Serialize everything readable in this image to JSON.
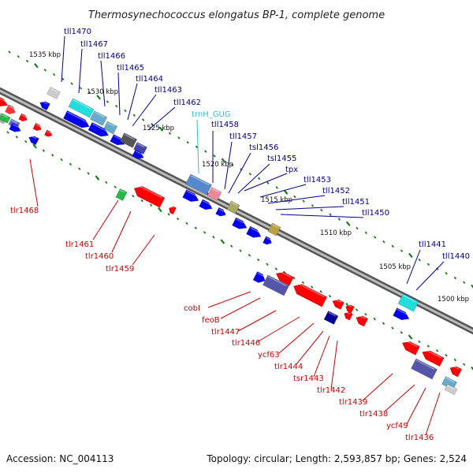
{
  "title": "Thermosynechococcus elongatus BP-1, complete genome",
  "footer": {
    "accession": "Accession: NC_004113",
    "topology": "Topology: circular; Length: 2,593,857 bp; Genes: 2,524"
  },
  "colors": {
    "forward_label": "#00008b",
    "reverse_label": "#cc0000",
    "rna_label": "#33bbcc",
    "tick": "#1a7a1a",
    "backbone": "#777777"
  },
  "kbp_markers": [
    "1535 kbp",
    "1530 kbp",
    "1525 kbp",
    "1520 kbp",
    "1515 kbp",
    "1510 kbp",
    "1505 kbp",
    "1500 kbp"
  ],
  "forward_labels": [
    "tll1470",
    "tll1467",
    "tll1466",
    "tll1465",
    "tll1464",
    "tll1463",
    "tll1462",
    "trnH_GUG",
    "tll1458",
    "tll1457",
    "tsl1456",
    "tsl1455",
    "tpx",
    "tll1453",
    "tll1452",
    "tll1451",
    "tll1450",
    "tll1441",
    "tll1440"
  ],
  "reverse_labels": [
    "tlr1468",
    "tlr1461",
    "tlr1460",
    "tlr1459",
    "cobI",
    "feoB",
    "tlr1447",
    "tlr1446",
    "ycf63",
    "tlr1444",
    "tsr1443",
    "tlr1442",
    "tlr1439",
    "tlr1438",
    "ycf49",
    "tlr1436"
  ]
}
